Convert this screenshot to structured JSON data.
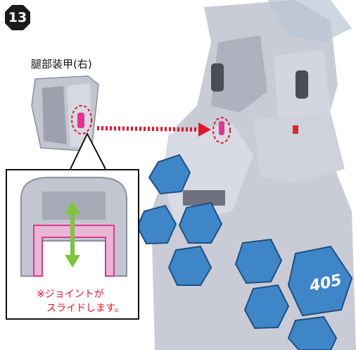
{
  "step": {
    "number": "13"
  },
  "part": {
    "label": "腿部装甲(右)"
  },
  "note": {
    "line1": "※ジョイントが",
    "line2": "スライドします。"
  },
  "model": {
    "decal_text": "405"
  },
  "colors": {
    "badge": "#1a1a1a",
    "armor_gray": "#b9bcc8",
    "armor_blue": "#3f86c8",
    "joint_magenta": "#e0368f",
    "arrow_red": "#e0162b",
    "arrow_green": "#7cc63a"
  }
}
